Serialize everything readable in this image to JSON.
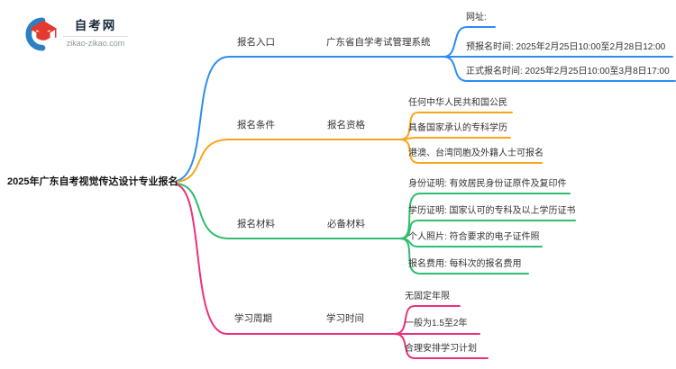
{
  "logo": {
    "site_name": "自考网",
    "site_url": "zikao-zikao.com",
    "colors": {
      "blue": "#2B7FC3",
      "red": "#E23A2E"
    }
  },
  "root": {
    "title": "2025年广东自考视觉传达设计专业报名"
  },
  "branches": [
    {
      "id": "entry",
      "color": "#2D8CF0",
      "label": "报名入口",
      "subtopic": "广东省自学考试管理系统",
      "leaves": [
        "网址:",
        "预报名时间: 2025年2月25日10:00至2月28日12:00",
        "正式报名时间: 2025年2月25日10:00至3月8日17:00"
      ]
    },
    {
      "id": "conditions",
      "color": "#F8A51B",
      "label": "报名条件",
      "subtopic": "报名资格",
      "leaves": [
        "任何中华人民共和国公民",
        "具备国家承认的专科学历",
        "港澳、台湾同胞及外籍人士可报名"
      ]
    },
    {
      "id": "materials",
      "color": "#2EBE6E",
      "label": "报名材料",
      "subtopic": "必备材料",
      "leaves": [
        "身份证明: 有效居民身份证原件及复印件",
        "学历证明: 国家认可的专科及以上学历证书",
        "个人照片: 符合要求的电子证件照",
        "报名费用: 每科次的报名费用"
      ]
    },
    {
      "id": "cycle",
      "color": "#ED2F7B",
      "label": "学习周期",
      "subtopic": "学习时间",
      "leaves": [
        "无固定年限",
        "一般为1.5至2年",
        "合理安排学习计划"
      ]
    }
  ]
}
